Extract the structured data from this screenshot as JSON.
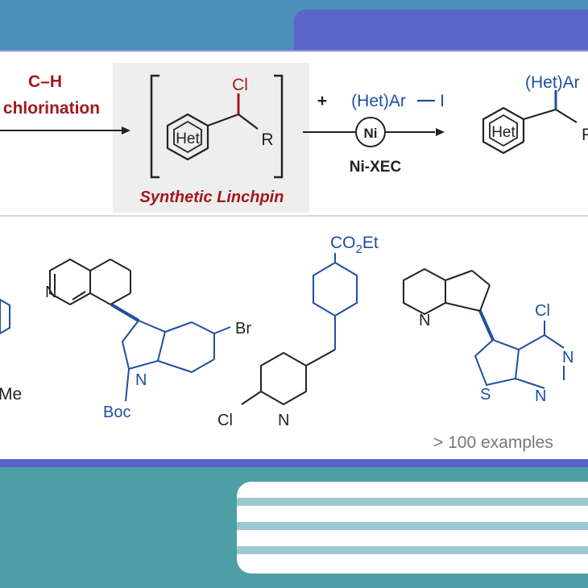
{
  "scheme": {
    "step1_line1": "C–H",
    "step1_line2": "chlorination",
    "intermediate_cl": "Cl",
    "intermediate_het": "Het",
    "intermediate_r": "R",
    "linchpin_caption": "Synthetic Linchpin",
    "reagent_plus": "+",
    "reagent_name": "(Het)Ar",
    "reagent_halide": "I",
    "catalyst_label": "Ni",
    "catalyst_name": "Ni-XEC",
    "product_top": "(Het)Ar",
    "product_het": "Het",
    "product_r": "R"
  },
  "examples": {
    "ex1_me": "Me",
    "ex2_n": "N",
    "ex2_br": "Br",
    "ex2_indole_n": "N",
    "ex2_boc": "Boc",
    "ex3_co2et_a": "CO",
    "ex3_co2et_sub": "2",
    "ex3_co2et_b": "Et",
    "ex3_cl": "Cl",
    "ex3_n": "N",
    "ex4_n": "N",
    "ex4_cl": "Cl",
    "ex4_n2": "N",
    "ex4_n3": "N",
    "ex4_s": "S",
    "count_caption": "> 100 examples"
  },
  "colors": {
    "accent_red": "#a3181e",
    "bond_blue": "#1e4fa0",
    "frame_blue": "#5a66c8"
  }
}
